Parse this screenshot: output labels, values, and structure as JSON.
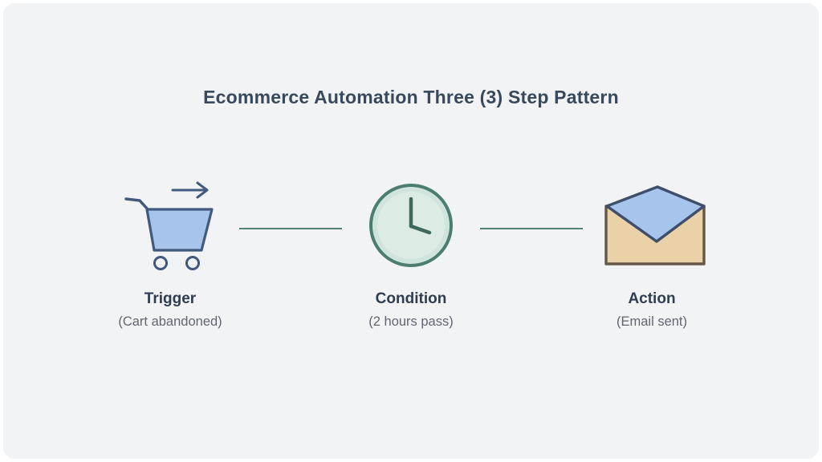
{
  "title": "Ecommerce Automation Three (3) Step Pattern",
  "steps": [
    {
      "name": "Trigger",
      "desc": "(Cart abandoned)",
      "icon": "shopping-cart-icon"
    },
    {
      "name": "Condition",
      "desc": "(2 hours pass)",
      "icon": "clock-icon"
    },
    {
      "name": "Action",
      "desc": "(Email sent)",
      "icon": "envelope-icon"
    }
  ],
  "colors": {
    "panel_background": "#f2f3f5",
    "page_background": "#ffffff",
    "title_text": "#38495c",
    "step_name_text": "#2e3d4f",
    "step_desc_text": "#5f6672",
    "connector_line": "#57807a",
    "cart_fill": "#a7c5ec",
    "cart_stroke": "#41597d",
    "clock_stroke": "#4b7d71",
    "clock_ring_fill": "#cfe4dc",
    "clock_face_fill": "#dcebe4",
    "clock_hands": "#3f685d",
    "envelope_body_fill": "#ead1a8",
    "envelope_body_stroke": "#655745",
    "envelope_flap_fill": "#a7c5ec",
    "envelope_flap_stroke": "#3e4e6b"
  }
}
